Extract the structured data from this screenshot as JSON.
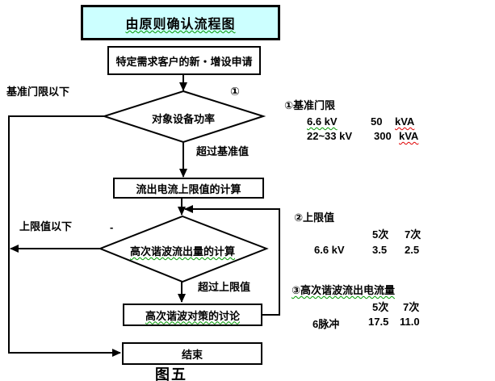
{
  "title": "由原则确认流程图",
  "caption": "图五",
  "flowchart": {
    "start_box": "特定需求客户的新・增设申请",
    "decision1": "对象设备功率",
    "decision1_marker": "①",
    "process1": "流出电流上限值的计算",
    "decision2": "高次谐波流出量的计算",
    "process2": "高次谐波对策的讨论",
    "end_box": "结束",
    "labels": {
      "below_threshold": "基准门限以下",
      "exceed_threshold": "超过基准值",
      "below_limit": "上限值以下",
      "exceed_limit": "超过上限值",
      "stray_dash": "-"
    }
  },
  "annotations": {
    "a1": {
      "heading": "①基准门限",
      "rows": [
        {
          "label": "6.6 kV",
          "value": "50",
          "unit": "kVA"
        },
        {
          "label": "22~33 kV",
          "value": "300",
          "unit": "kVA"
        }
      ]
    },
    "a2": {
      "heading": "②上限值",
      "col1": "5次",
      "col2": "7次",
      "row_label": "6.6 kV",
      "v1": "3.5",
      "v2": "2.5"
    },
    "a3": {
      "heading": "③高次谐波流出电流量",
      "col1": "5次",
      "col2": "7次",
      "row_label": "6脉冲",
      "v1": "17.5",
      "v2": "11.0"
    }
  },
  "colors": {
    "title_bg": "#ccffff",
    "line": "#000000",
    "spellcheck_green": "#009900",
    "spellcheck_red": "#e00000"
  }
}
